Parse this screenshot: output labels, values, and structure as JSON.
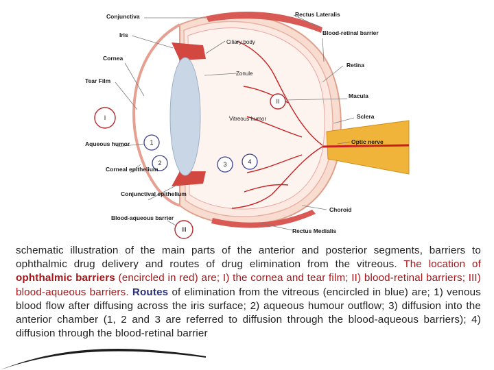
{
  "labels": {
    "conjunctiva": "Conjunctiva",
    "iris": "Iris",
    "cornea": "Cornea",
    "tear_film": "Tear Film",
    "aqueous_humor": "Aqueous humor",
    "corneal_epithelium": "Corneal epithelium",
    "conjunctival_epithelium": "Conjunctival epithelium",
    "blood_aqueous_barrier": "Blood-aqueous barrier",
    "ciliary_body": "Ciliary body",
    "zonule": "Zonule",
    "vitreous_humor": "Vitreous humor",
    "rectus_lateralis": "Rectus Lateralis",
    "blood_retinal_barrier": "Blood-retinal barrier",
    "retina": "Retina",
    "macula": "Macula",
    "sclera": "Sclera",
    "optic_nerve": "Optic nerve",
    "choroid": "Choroid",
    "rectus_medialis": "Rectus Medialis"
  },
  "markers": {
    "barrier_I": "I",
    "barrier_II": "II",
    "barrier_III": "III",
    "route_1": "1",
    "route_2": "2",
    "route_3": "3",
    "route_4": "4"
  },
  "caption": {
    "part1": "schematic illustration of the main parts of the anterior and posterior segments, barriers to ophthalmic drug delivery and routes of drug elimination from the vitreous. ",
    "part2": "The location of ",
    "part3": "ophthalmic barriers",
    "part4": " (encircled in red) are; I) the cornea and tear film; II) blood-retinal barriers; III) blood-aqueous barriers. ",
    "part5": "Routes",
    "part6": " of elimination from the vitreous (encircled in blue) are; 1) venous blood flow after diffusing across the iris surface; 2) aqueous humour outflow; 3) diffusion into the anterior chamber (1, 2 and 3 are referred to diffusion through the blood-aqueous barriers); 4) diffusion through the blood-retinal barrier"
  },
  "colors": {
    "sclera": "#f6d6c9",
    "sclera_edge": "#e2a38f",
    "vessel": "#c8201f",
    "lens": "#c9d6e6",
    "optic_nerve": "#f0b43a",
    "barrier_circle": "#b3262a",
    "route_circle": "#3b3f8c"
  }
}
